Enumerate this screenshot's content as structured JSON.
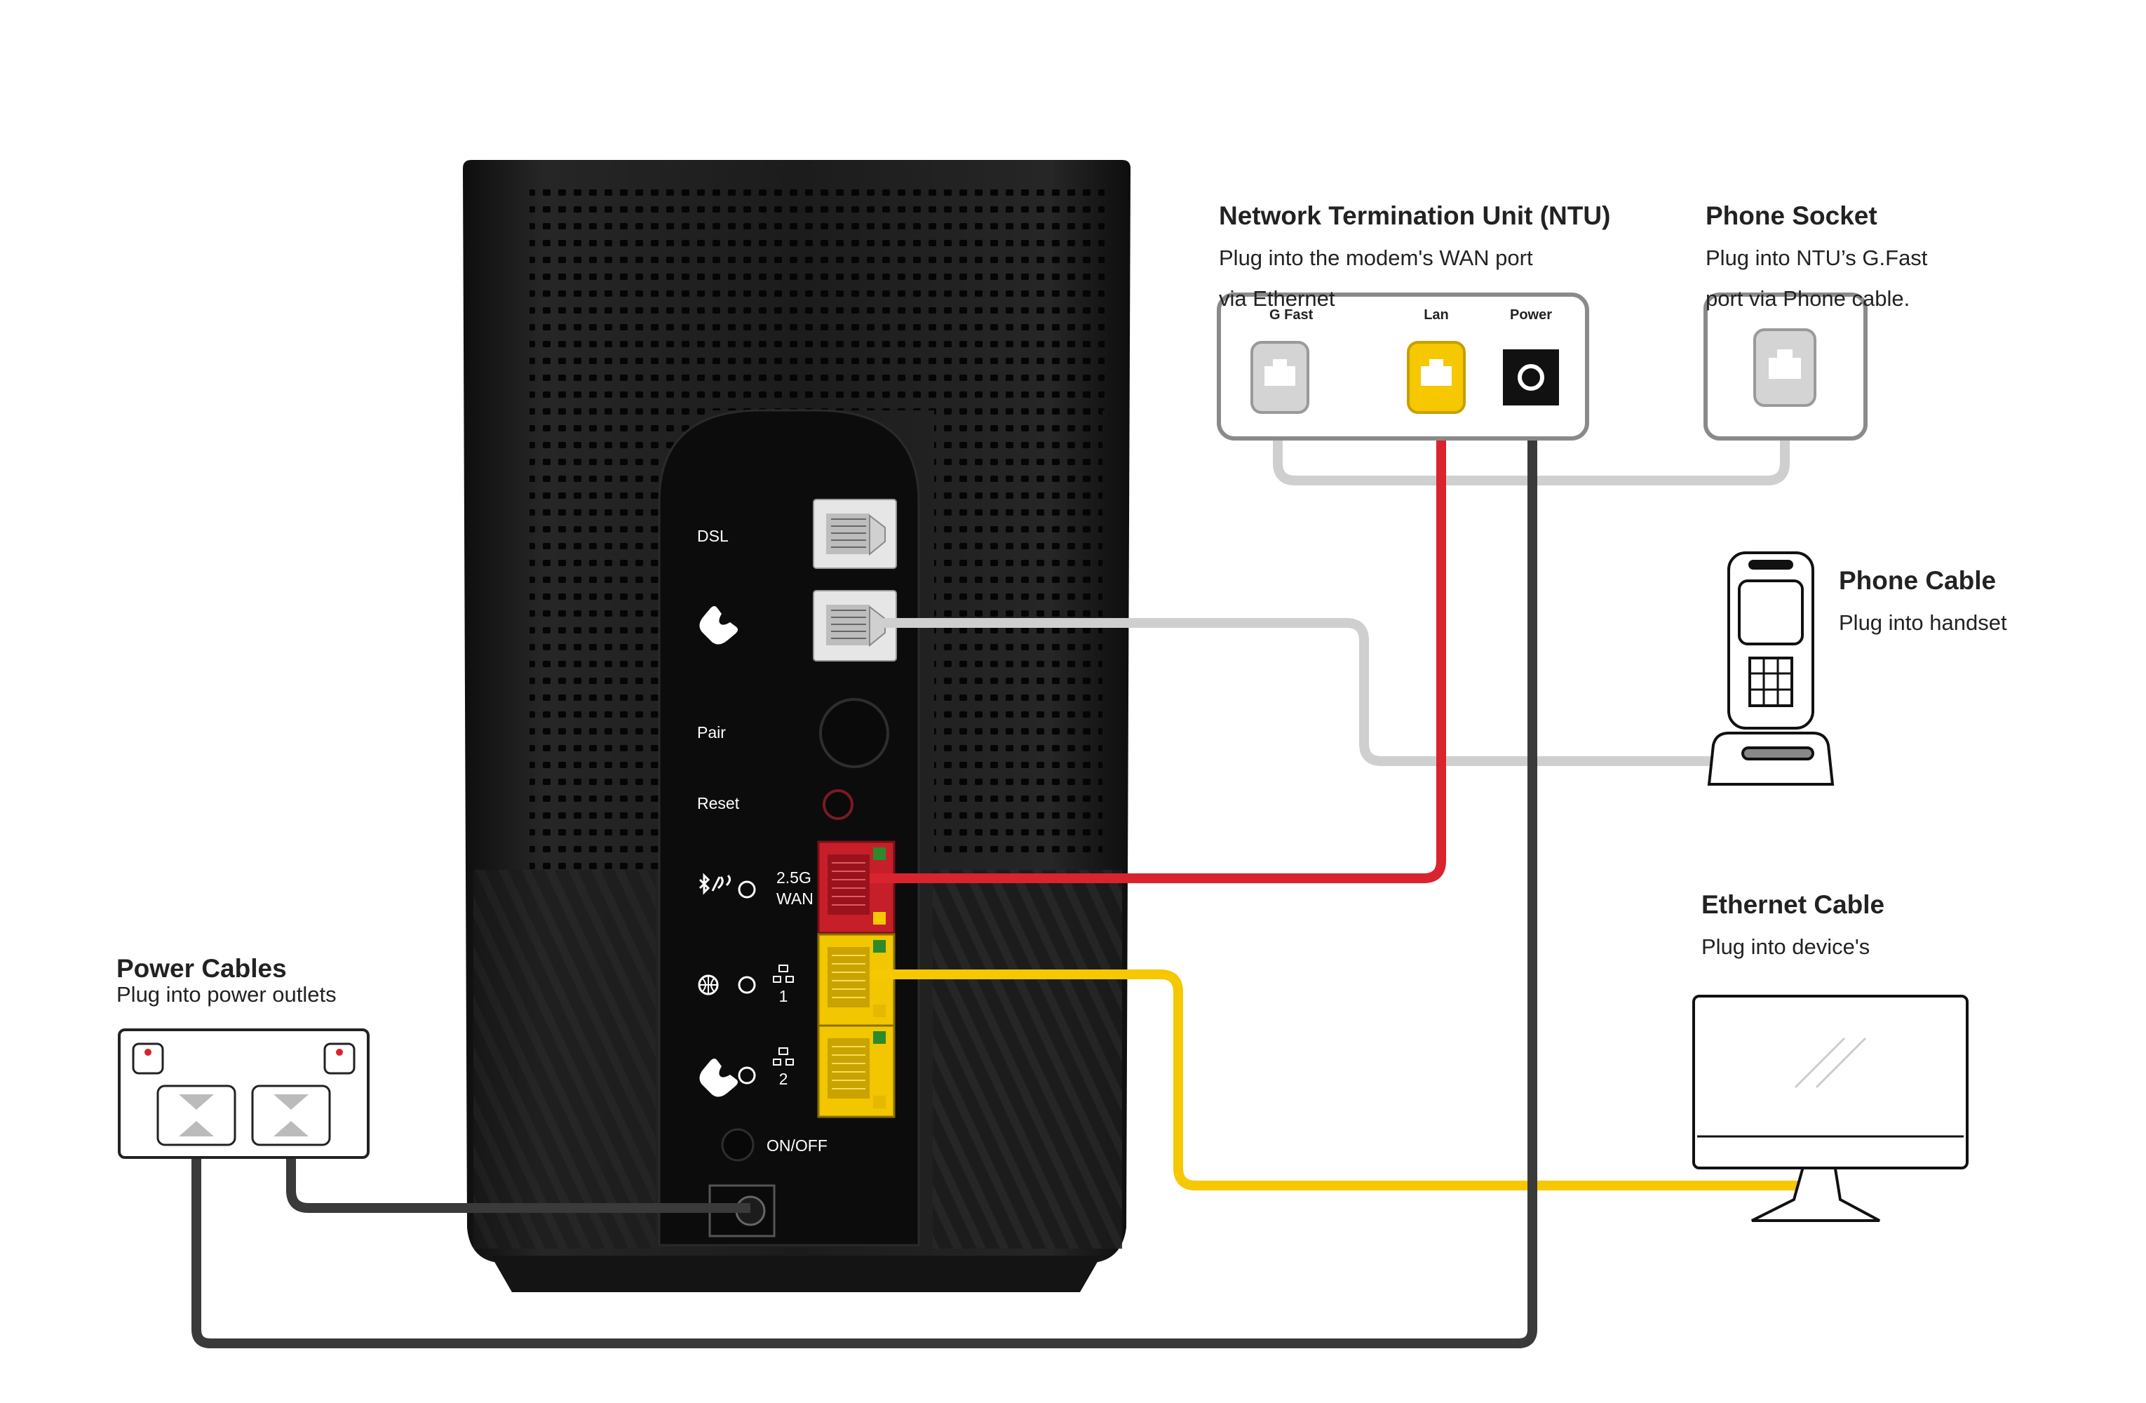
{
  "ntu": {
    "title": "Network Termination Unit (NTU)",
    "desc_line1": "Plug into the modem's WAN port",
    "desc_line2": "via Ethernet",
    "port_gfast": "G Fast",
    "port_lan": "Lan",
    "port_power": "Power"
  },
  "phone_socket": {
    "title": "Phone Socket",
    "desc_line1": "Plug into NTU’s G.Fast",
    "desc_line2": "port via Phone cable."
  },
  "phone_cable": {
    "title": "Phone Cable",
    "desc": "Plug into handset"
  },
  "ethernet_cable": {
    "title": "Ethernet Cable",
    "desc": "Plug into device's"
  },
  "power_cables": {
    "title": "Power Cables",
    "desc": "Plug into power outlets"
  },
  "modem": {
    "dsl": "DSL",
    "pair": "Pair",
    "reset": "Reset",
    "wan_top": "2.5G",
    "wan_bottom": "WAN",
    "lan1_num": "1",
    "lan2_num": "2",
    "onoff": "ON/OFF"
  },
  "icons": {
    "phone": "phone-handset-icon",
    "bluetooth_wps": "bluetooth-wps-icon",
    "globe": "globe-icon",
    "network": "network-icon",
    "cordless_phone": "cordless-phone-icon",
    "monitor": "desktop-monitor-icon"
  },
  "colors": {
    "wan_red": "#d9232e",
    "lan_yellow": "#f5c800",
    "phone_grey": "#cfcfcf",
    "power_dark": "#3a3a3a",
    "modem_body": "#1a1a1a"
  }
}
